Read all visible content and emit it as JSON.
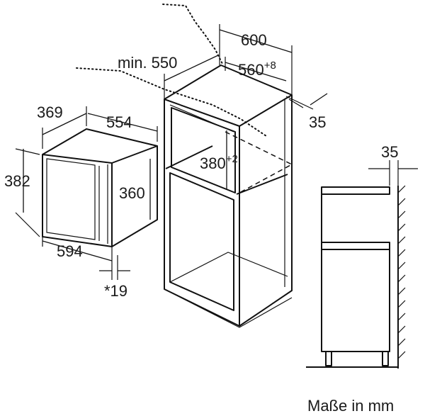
{
  "microwave": {
    "depth": "369",
    "width_top": "554",
    "height_outer": "382",
    "height_inner": "360",
    "width_front": "594",
    "offset": "*19"
  },
  "cabinet": {
    "min_depth": "min. 550",
    "outer_width": "600",
    "niche_width": "560",
    "niche_width_tol": "+8",
    "side_gap": "35",
    "niche_height": "380",
    "niche_height_tol": "+2"
  },
  "side_view": {
    "gap": "35"
  },
  "footer": {
    "units_note": "Maße in mm"
  }
}
